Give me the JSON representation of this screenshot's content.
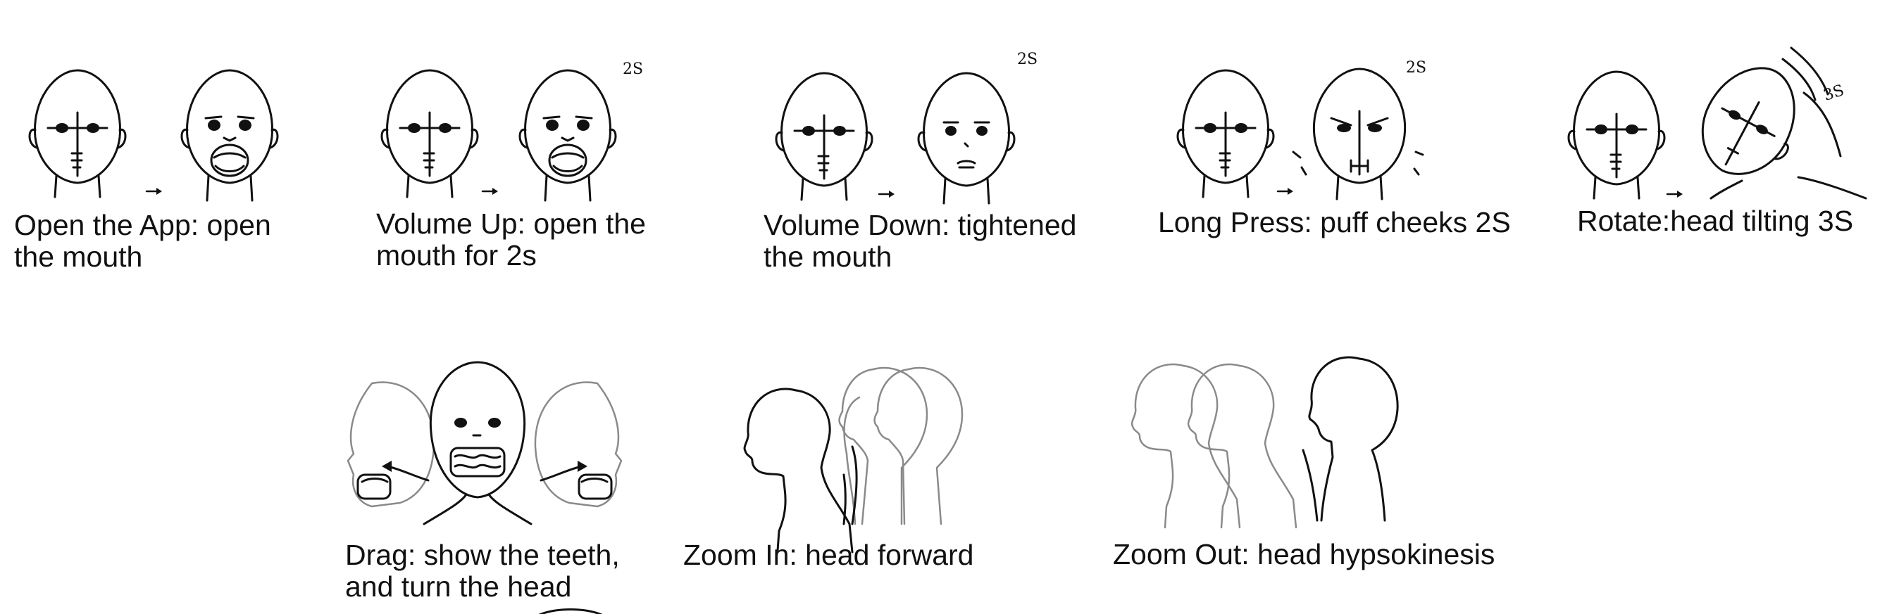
{
  "gestures": [
    {
      "id": "open-app",
      "line1": "Open the App: open",
      "line2": " the mouth",
      "duration_mark": ""
    },
    {
      "id": "volume-up",
      "line1": "Volume Up: open the",
      "line2": "mouth for 2s",
      "duration_mark": "2S"
    },
    {
      "id": "volume-down",
      "line1": "Volume Down: tightened",
      "line2": "the mouth",
      "duration_mark": "2S"
    },
    {
      "id": "long-press",
      "line1": "Long Press:  puff cheeks 2S",
      "line2": "",
      "duration_mark": "2S"
    },
    {
      "id": "rotate",
      "line1": "Rotate:head tilting 3S",
      "line2": "",
      "duration_mark": "3S"
    },
    {
      "id": "drag",
      "line1": "Drag: show the teeth,",
      "line2": " and turn the head",
      "duration_mark": ""
    },
    {
      "id": "zoom-in",
      "line1": "Zoom In: head forward",
      "line2": "",
      "duration_mark": ""
    },
    {
      "id": "zoom-out",
      "line1": "Zoom Out: head hypsokinesis",
      "line2": "",
      "duration_mark": ""
    }
  ]
}
